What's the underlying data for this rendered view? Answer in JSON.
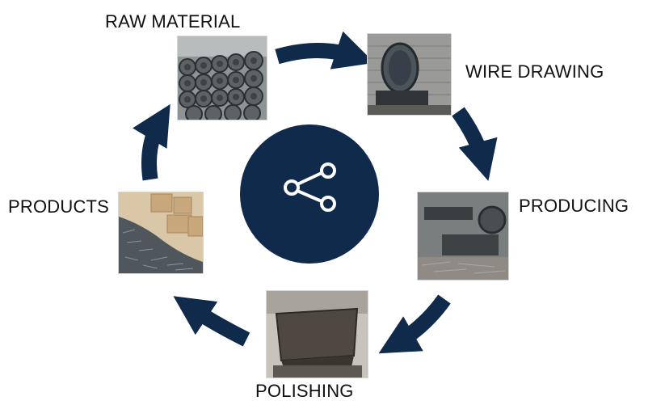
{
  "colors": {
    "accent": "#0f2a4a",
    "circle_icon": "#ffffff",
    "label_text": "#111111"
  },
  "center": {
    "icon": "share-icon"
  },
  "stages": [
    {
      "id": "raw-material",
      "label": "RAW MATERIAL",
      "photo": "wire-rod-coils-photo"
    },
    {
      "id": "wire-drawing",
      "label": "WIRE DRAWING",
      "photo": "wire-drawing-machine-photo"
    },
    {
      "id": "producing",
      "label": "PRODUCING",
      "photo": "nail-making-machine-photo"
    },
    {
      "id": "polishing",
      "label": "POLISHING",
      "photo": "polishing-drum-photo"
    },
    {
      "id": "products",
      "label": "PRODUCTS",
      "photo": "finished-nails-photo"
    }
  ],
  "arrows": [
    {
      "from": "raw-material",
      "to": "wire-drawing"
    },
    {
      "from": "wire-drawing",
      "to": "producing"
    },
    {
      "from": "producing",
      "to": "polishing"
    },
    {
      "from": "polishing",
      "to": "products"
    },
    {
      "from": "products",
      "to": "raw-material"
    }
  ]
}
